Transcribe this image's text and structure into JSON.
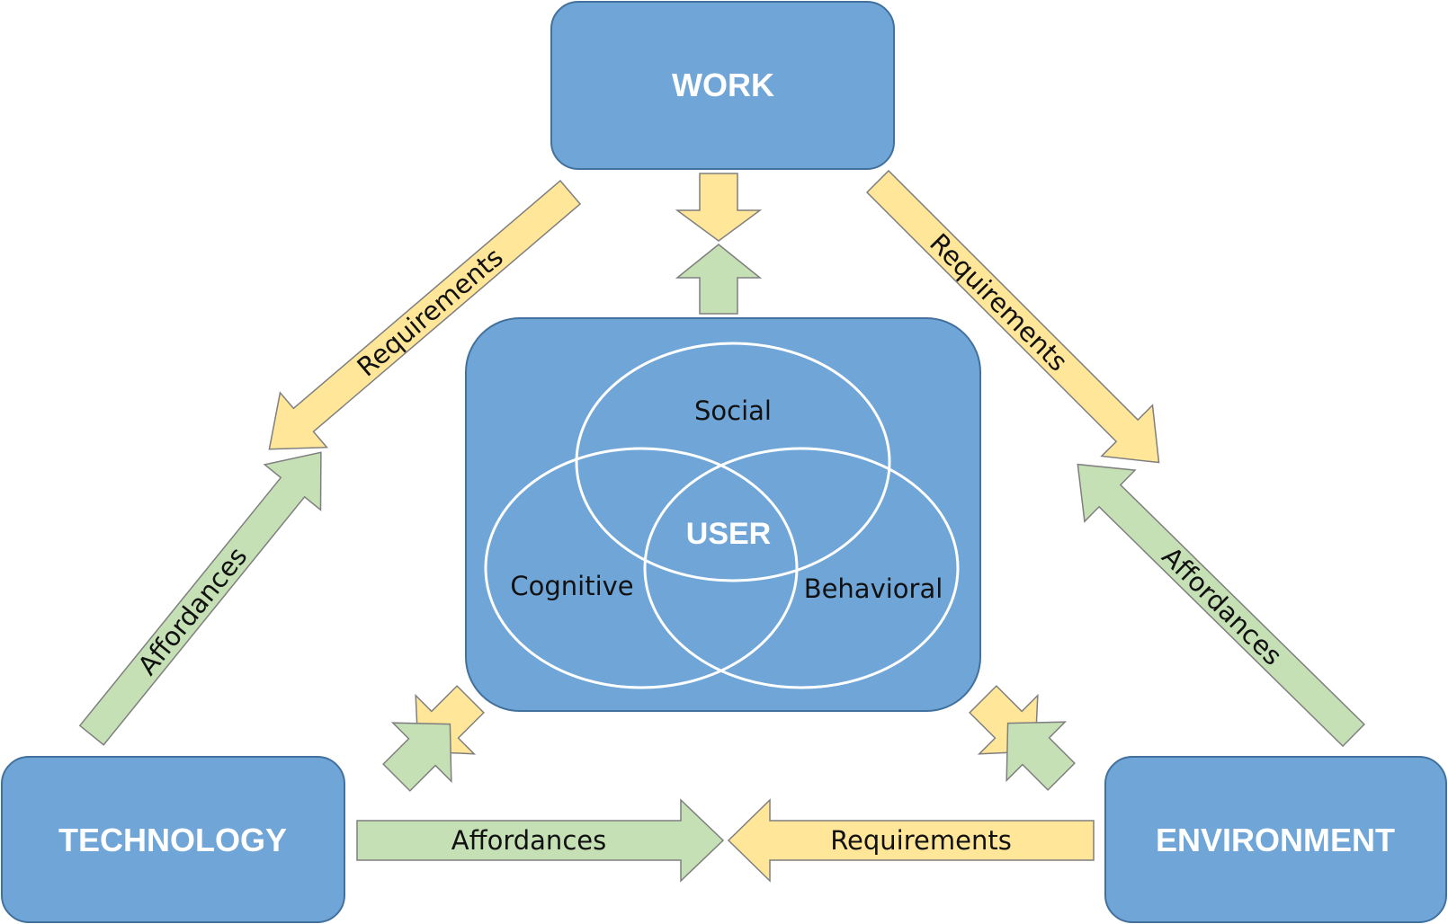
{
  "colors": {
    "box_fill": "#6fa6d7",
    "box_stroke": "#41719c",
    "requirements_fill": "#ffe699",
    "requirements_stroke": "#7f7f7f",
    "affordances_fill": "#c5e0b4",
    "affordances_stroke": "#7f7f7f"
  },
  "nodes": {
    "work": "WORK",
    "technology": "TECHNOLOGY",
    "environment": "ENVIRONMENT"
  },
  "center": {
    "user": "USER",
    "social": "Social",
    "cognitive": "Cognitive",
    "behavioral": "Behavioral"
  },
  "arrows": {
    "work_to_technology": "Requirements",
    "technology_to_work": "Affordances",
    "work_to_environment": "Requirements",
    "environment_to_work": "Affordances",
    "technology_to_environment": "Affordances",
    "environment_to_technology": "Requirements"
  }
}
